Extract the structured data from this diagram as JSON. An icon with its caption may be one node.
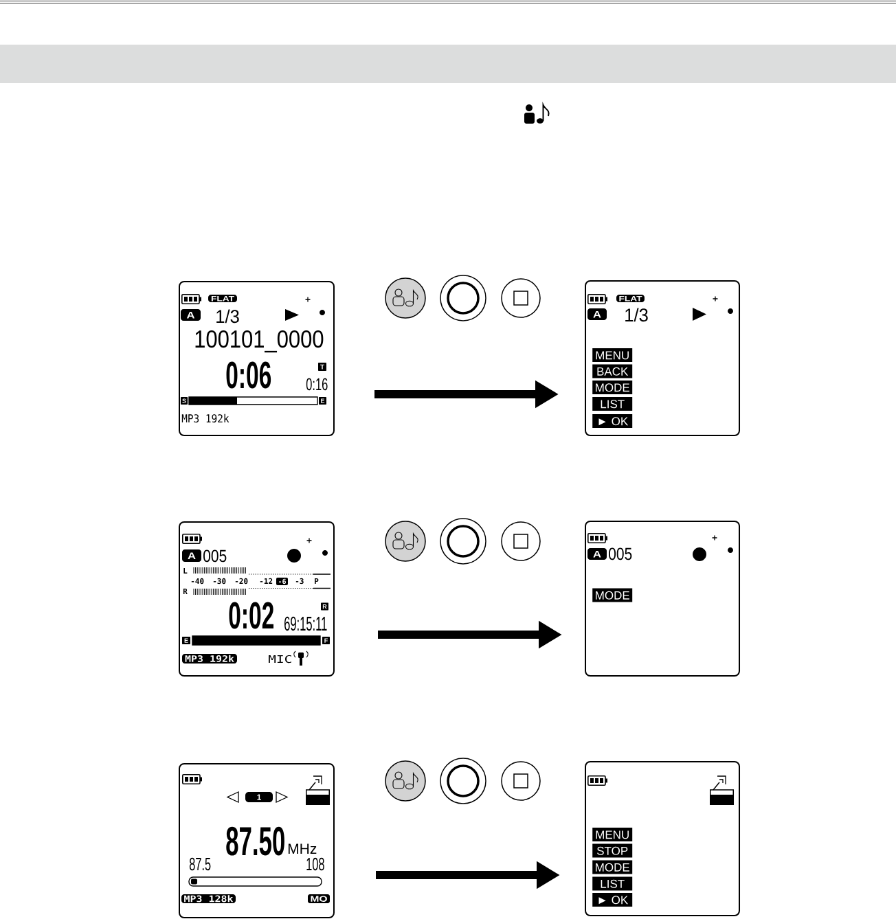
{
  "diagram": {
    "nodes": [
      {
        "text": [
          "FLAT",
          "A",
          "1/3",
          "100101_0000",
          "0:06",
          "T",
          "0:16",
          "S",
          "E",
          "MP3 192k"
        ]
      },
      {
        "text": [
          "FLAT",
          "A",
          "1/3",
          "MENU",
          "BACK",
          "MODE",
          "LIST",
          "► OK"
        ]
      },
      {
        "text": [
          "A",
          "005",
          "L",
          "-40",
          "-30",
          "-20",
          "-12",
          "-6",
          "-3",
          "P",
          "R",
          "0:02",
          "R",
          "69:15:11",
          "E",
          "F",
          "MP3 192k",
          "MIC"
        ]
      },
      {
        "text": [
          "A",
          "005",
          "MODE"
        ]
      },
      {
        "text": [
          "1",
          "87.50",
          "MHz",
          "87.5",
          "108",
          "MP3 128k",
          "MO"
        ]
      },
      {
        "text": [
          "MENU",
          "STOP",
          "MODE",
          "LIST",
          "► OK"
        ]
      }
    ],
    "edges": [
      {
        "from": 0,
        "to": 1,
        "arrow": "to"
      },
      {
        "from": 2,
        "to": 3,
        "arrow": "to"
      },
      {
        "from": 4,
        "to": 5,
        "arrow": "to"
      }
    ]
  }
}
